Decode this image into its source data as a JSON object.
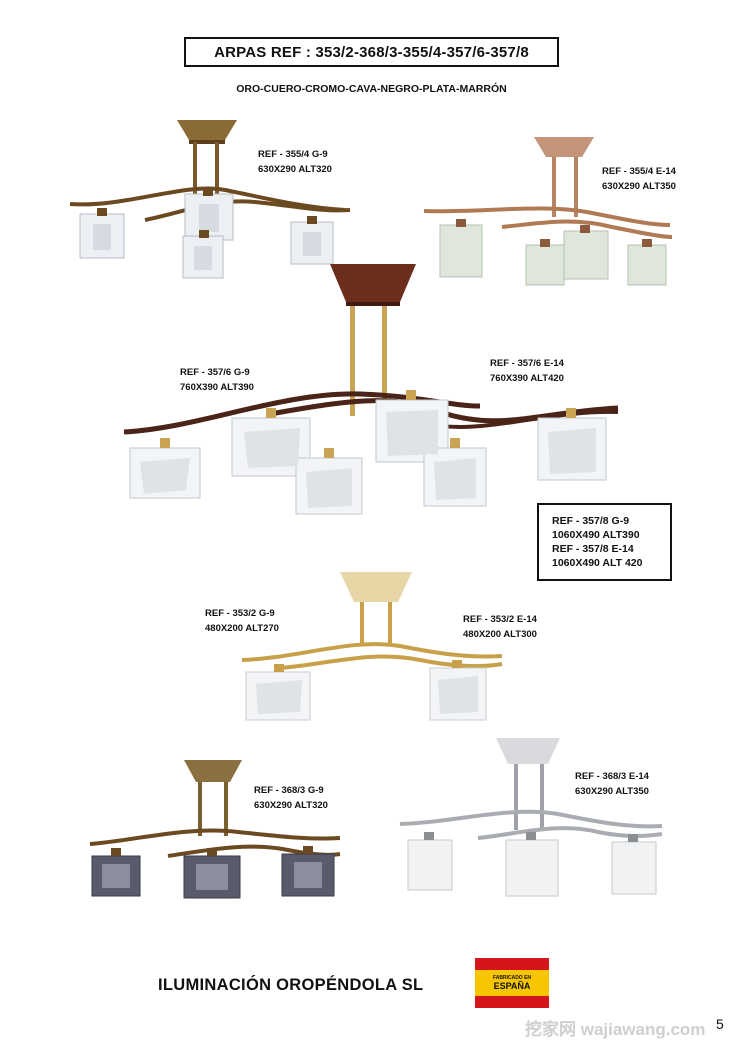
{
  "header": {
    "title": "ARPAS REF : 353/2-368/3-355/4-357/6-357/8",
    "finishes": "ORO-CUERO-CROMO-CAVA-NEGRO-PLATA-MARRÓN"
  },
  "products": {
    "p355_4_g9": {
      "ref": "REF - 355/4 G-9",
      "dims": "630X290 ALT320"
    },
    "p355_4_e14": {
      "ref": "REF - 355/4 E-14",
      "dims": "630X290 ALT350"
    },
    "p357_6_g9": {
      "ref": "REF - 357/6 G-9",
      "dims": "760X390 ALT390"
    },
    "p357_6_e14": {
      "ref": "REF - 357/6 E-14",
      "dims": "760X390 ALT420"
    },
    "p357_8": {
      "ref_g9": "REF - 357/8 G-9",
      "dims_g9": "1060X490 ALT390",
      "ref_e14": "REF - 357/8 E-14",
      "dims_e14": "1060X490 ALT 420"
    },
    "p353_2_g9": {
      "ref": "REF - 353/2 G-9",
      "dims": "480X200 ALT270"
    },
    "p353_2_e14": {
      "ref": "REF - 353/2 E-14",
      "dims": "480X200 ALT300"
    },
    "p368_3_g9": {
      "ref": "REF - 368/3 G-9",
      "dims": "630X290 ALT320"
    },
    "p368_3_e14": {
      "ref": "REF - 368/3 E-14",
      "dims": "630X290 ALT350"
    }
  },
  "footer": {
    "company": "ILUMINACIÓN OROPÉNDOLA SL",
    "flag_small": "FABRICADO EN",
    "flag_big": "ESPAÑA",
    "watermark": "挖家网 wajiawang.com",
    "page_number": "5"
  },
  "colors": {
    "bronze": "#6b4a22",
    "walnut": "#4a2418",
    "copper": "#b07a55",
    "gold": "#c8a04a",
    "chrome": "#a9adb2",
    "flag_red": "#d4151b",
    "flag_yellow": "#f7c600"
  },
  "icons": [
    "lamp-355-4-g9",
    "lamp-355-4-e14",
    "lamp-357-6",
    "lamp-353-2",
    "lamp-368-3-g9",
    "lamp-368-3-e14",
    "spain-flag"
  ]
}
